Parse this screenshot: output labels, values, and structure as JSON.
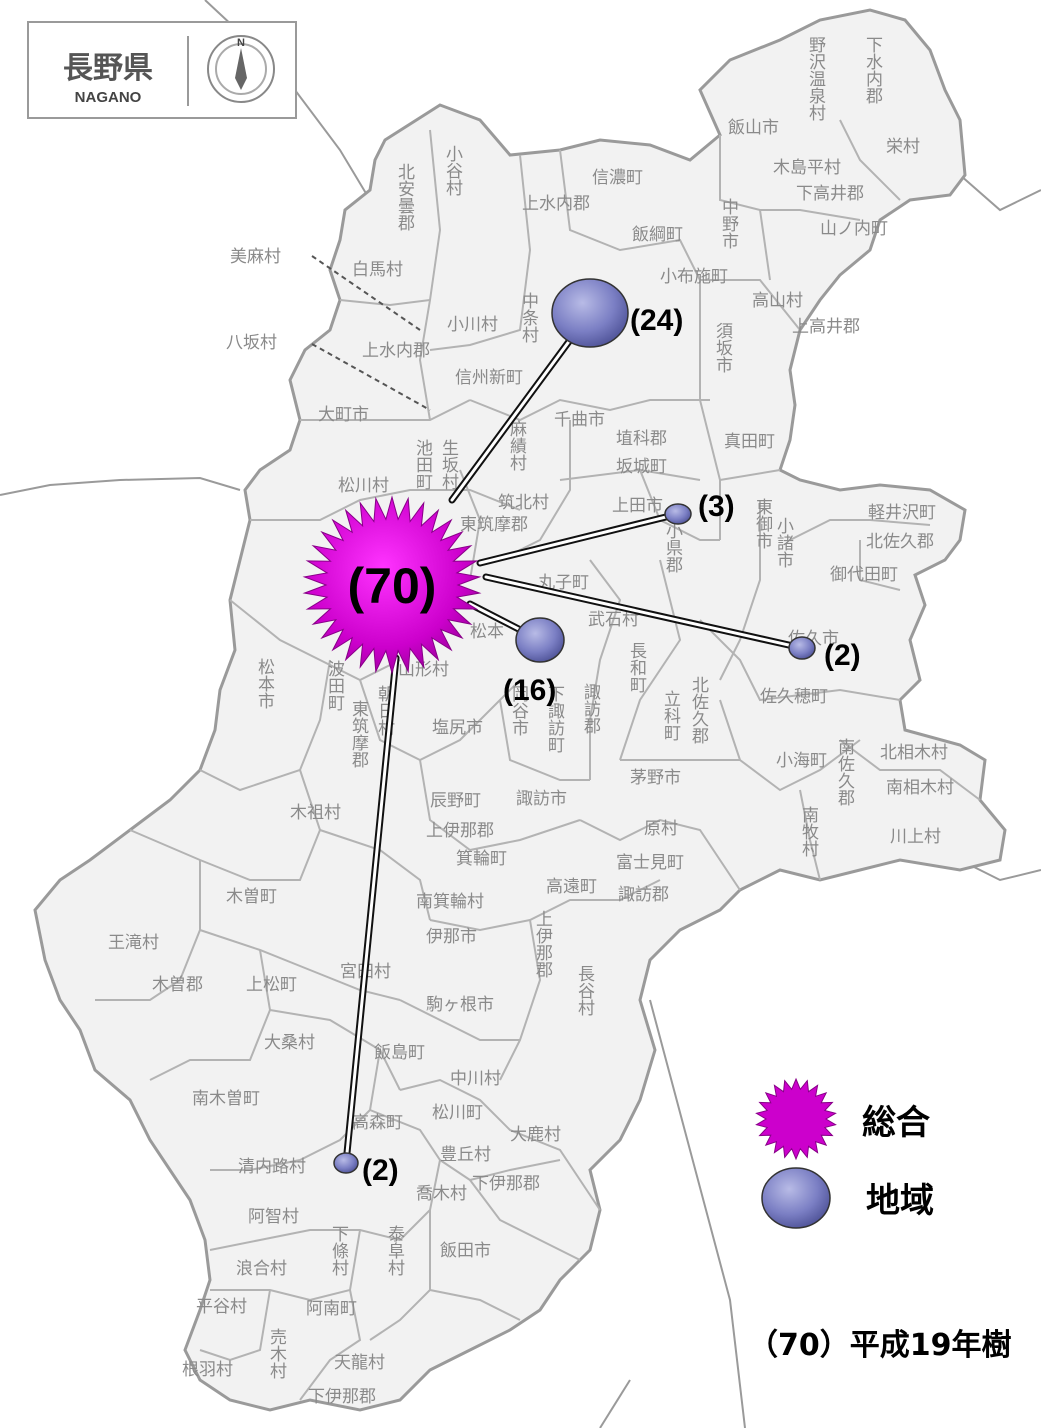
{
  "logo": {
    "name_jp": "長野県",
    "name_en": "NAGANO",
    "compass_letter": "N",
    "icon": "compass-icon"
  },
  "colors": {
    "general": "#cc00cc",
    "regional": "#7b7fc4",
    "map_fill": "#f2f2f2",
    "map_border": "#9a9a9a"
  },
  "hub": {
    "type": "general",
    "count_label": "(70)"
  },
  "nodes": [
    {
      "type": "regional",
      "count_label": "(24)"
    },
    {
      "type": "regional",
      "count_label": "(3)"
    },
    {
      "type": "regional",
      "count_label": "(16)"
    },
    {
      "type": "regional",
      "count_label": "(2)"
    },
    {
      "type": "regional",
      "count_label": "(2)"
    }
  ],
  "legend": {
    "general_label": "総合",
    "regional_label": "地域",
    "general_icon": "burst-icon",
    "regional_icon": "ellipse-icon"
  },
  "footnote": "（70）平成19年樹",
  "municipalities": [
    "長野県",
    "小谷村",
    "北安曇郡",
    "美麻村",
    "白馬村",
    "八坂村",
    "小川村",
    "上水内郡",
    "大町市",
    "信州新町",
    "中条村",
    "信濃町",
    "上水内郡",
    "飯綱町",
    "野沢温泉村",
    "下水内郡",
    "飯山市",
    "栄村",
    "木島平村",
    "下高井郡",
    "山ノ内町",
    "中野市",
    "小布施町",
    "高山村",
    "上高井郡",
    "須坂市",
    "千曲市",
    "麻績村",
    "池田町",
    "生坂村",
    "松川村",
    "筑北村",
    "東筑摩郡",
    "埴科郡",
    "坂城町",
    "上田市",
    "小県郡",
    "真田町",
    "東御市",
    "軽井沢町",
    "北佐久郡",
    "小諸市",
    "御代田町",
    "丸子町",
    "武石村",
    "長和町",
    "佐久市",
    "佐久穂町",
    "北佐久郡",
    "立科町",
    "松本市",
    "波田町",
    "山形村",
    "朝日村",
    "東筑摩郡",
    "塩尻市",
    "岡谷市",
    "下諏訪町",
    "諏訪郡",
    "小海町",
    "南佐久郡",
    "北相木村",
    "南相木村",
    "南牧村",
    "川上村",
    "茅野市",
    "木祖村",
    "辰野町",
    "上伊那郡",
    "諏訪市",
    "箕輪町",
    "原村",
    "富士見町",
    "諏訪郡",
    "木曽町",
    "南箕輪村",
    "高遠町",
    "伊那市",
    "王滝村",
    "上伊那郡",
    "木曽郡",
    "上松町",
    "宮田村",
    "長谷村",
    "駒ヶ根市",
    "大桑村",
    "飯島町",
    "中川村",
    "南木曽町",
    "松川町",
    "高森町",
    "大鹿村",
    "豊丘村",
    "清内路村",
    "下伊那郡",
    "喬木村",
    "阿智村",
    "下條村",
    "泰阜村",
    "飯田市",
    "浪合村",
    "平谷村",
    "阿南町",
    "根羽村",
    "売木村",
    "天龍村",
    "下伊那郡",
    "松本"
  ]
}
